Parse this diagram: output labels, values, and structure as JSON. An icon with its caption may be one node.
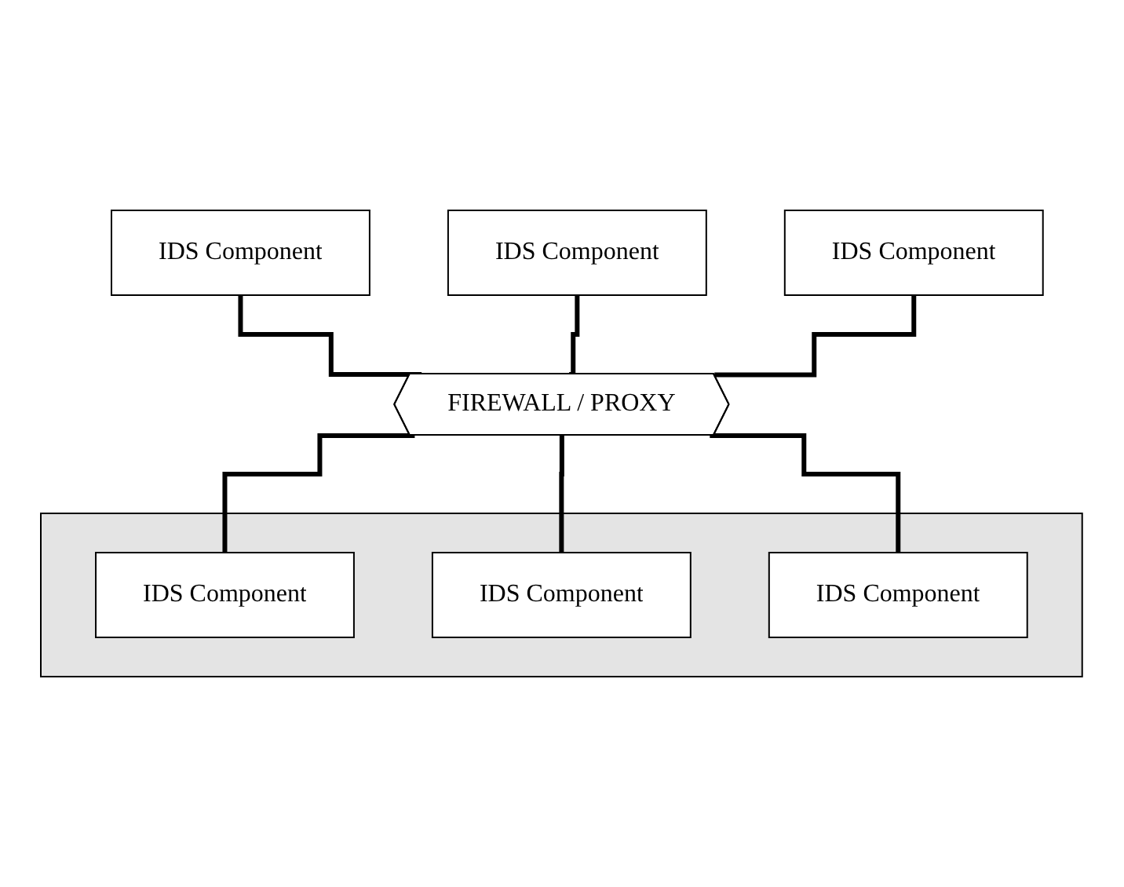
{
  "diagram": {
    "nodes": [
      {
        "text": [
          "IDS Component"
        ]
      },
      {
        "text": [
          "IDS Component"
        ]
      },
      {
        "text": [
          "IDS Component"
        ]
      },
      {
        "text": [
          "FIREWALL / PROXY"
        ]
      },
      {
        "text": [],
        "shape": "box"
      },
      {
        "text": [
          "IDS Component"
        ],
        "in": 4
      },
      {
        "text": [
          "IDS Component"
        ],
        "in": 4
      },
      {
        "text": [
          "IDS Component"
        ],
        "in": 4
      }
    ],
    "edges": [
      {
        "from": 0,
        "to": 3,
        "arrow": "none"
      },
      {
        "from": 1,
        "to": 3,
        "arrow": "none"
      },
      {
        "from": 2,
        "to": 3,
        "arrow": "none"
      },
      {
        "from": 3,
        "to": 5,
        "arrow": "none"
      },
      {
        "from": 3,
        "to": 6,
        "arrow": "none"
      },
      {
        "from": 3,
        "to": 7,
        "arrow": "none"
      }
    ]
  }
}
